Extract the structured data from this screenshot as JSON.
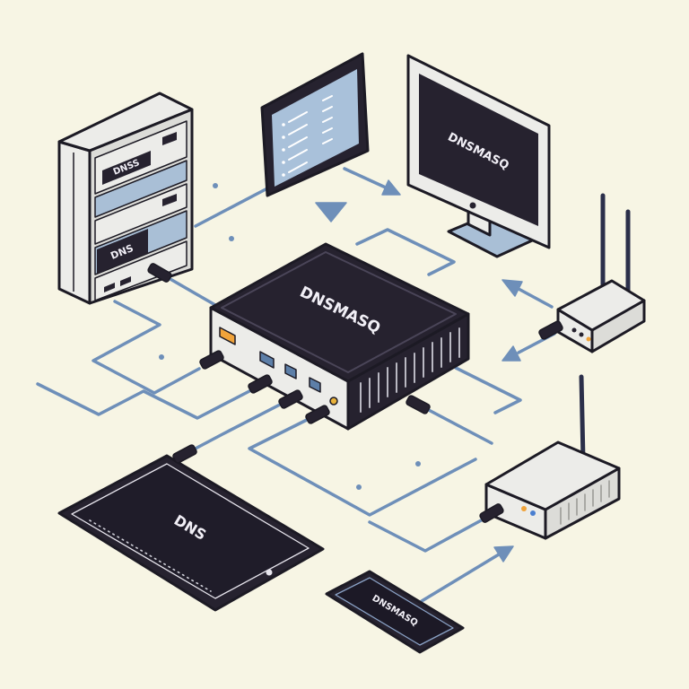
{
  "diagram": {
    "server": {
      "icon": "server-icon",
      "top_label": "DNSS",
      "bottom_label": "DNS"
    },
    "top_tablet": {
      "icon": "tablet-list-icon"
    },
    "monitor": {
      "icon": "monitor-icon",
      "label": "DNSMASQ"
    },
    "central_router": {
      "icon": "router-icon",
      "label": "DNSMASQ"
    },
    "wireless_router": {
      "icon": "wireless-router-icon"
    },
    "access_point": {
      "icon": "access-point-icon"
    },
    "tablet": {
      "icon": "tablet-icon",
      "label": "DNS"
    },
    "phone": {
      "icon": "phone-icon",
      "label": "DNSMASQ"
    }
  },
  "colors": {
    "background": "#f7f5e4",
    "device_dark": "#26222f",
    "device_light": "#ecece9",
    "accent_blue": "#a9bfd6",
    "cable": "#6e8fb9",
    "port_orange": "#f0a33a",
    "led_blue": "#4a7fd0"
  }
}
